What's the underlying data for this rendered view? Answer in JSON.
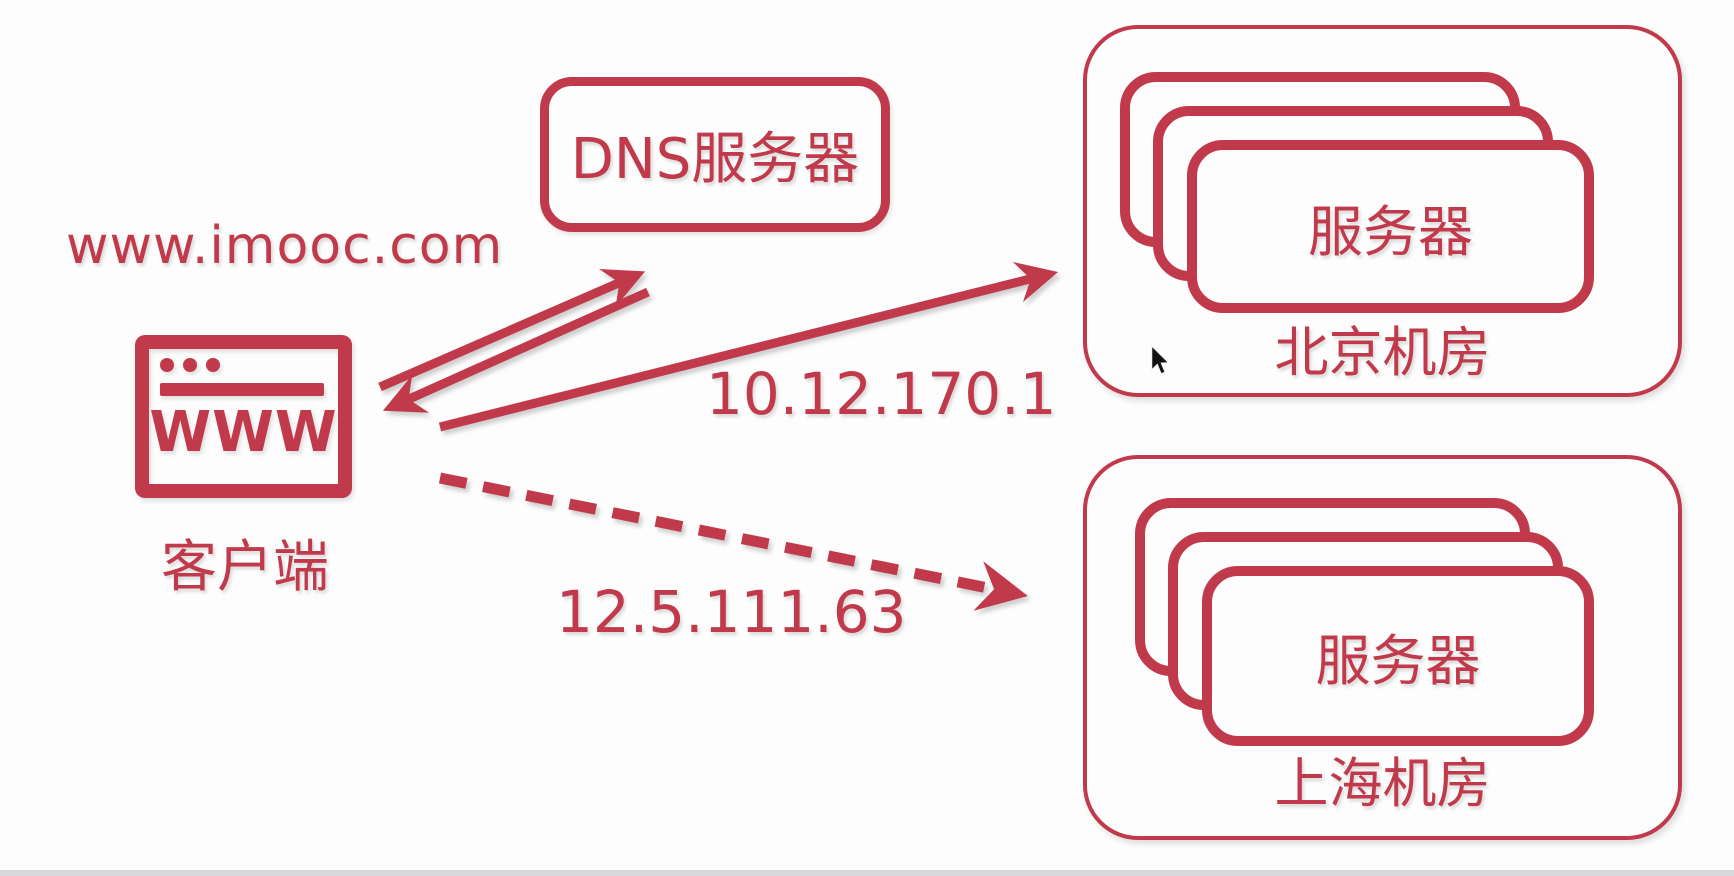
{
  "colors": {
    "accent": "#C13A4B",
    "background": "#FDFDFD",
    "cursor": "#111111"
  },
  "client": {
    "domain": "www.imooc.com",
    "browser_text": "WWW",
    "label": "客户端"
  },
  "dns": {
    "label": "DNS服务器"
  },
  "datacenters": [
    {
      "id": "beijing",
      "server_label": "服务器",
      "label": "北京机房"
    },
    {
      "id": "shanghai",
      "server_label": "服务器",
      "label": "上海机房"
    }
  ],
  "arrows": [
    {
      "name": "client-to-dns",
      "style": "solid",
      "label": ""
    },
    {
      "name": "dns-to-client",
      "style": "solid",
      "label": ""
    },
    {
      "name": "client-to-beijing",
      "style": "solid",
      "label": "10.12.170.1"
    },
    {
      "name": "client-to-shanghai",
      "style": "dashed",
      "label": "12.5.111.63"
    }
  ]
}
